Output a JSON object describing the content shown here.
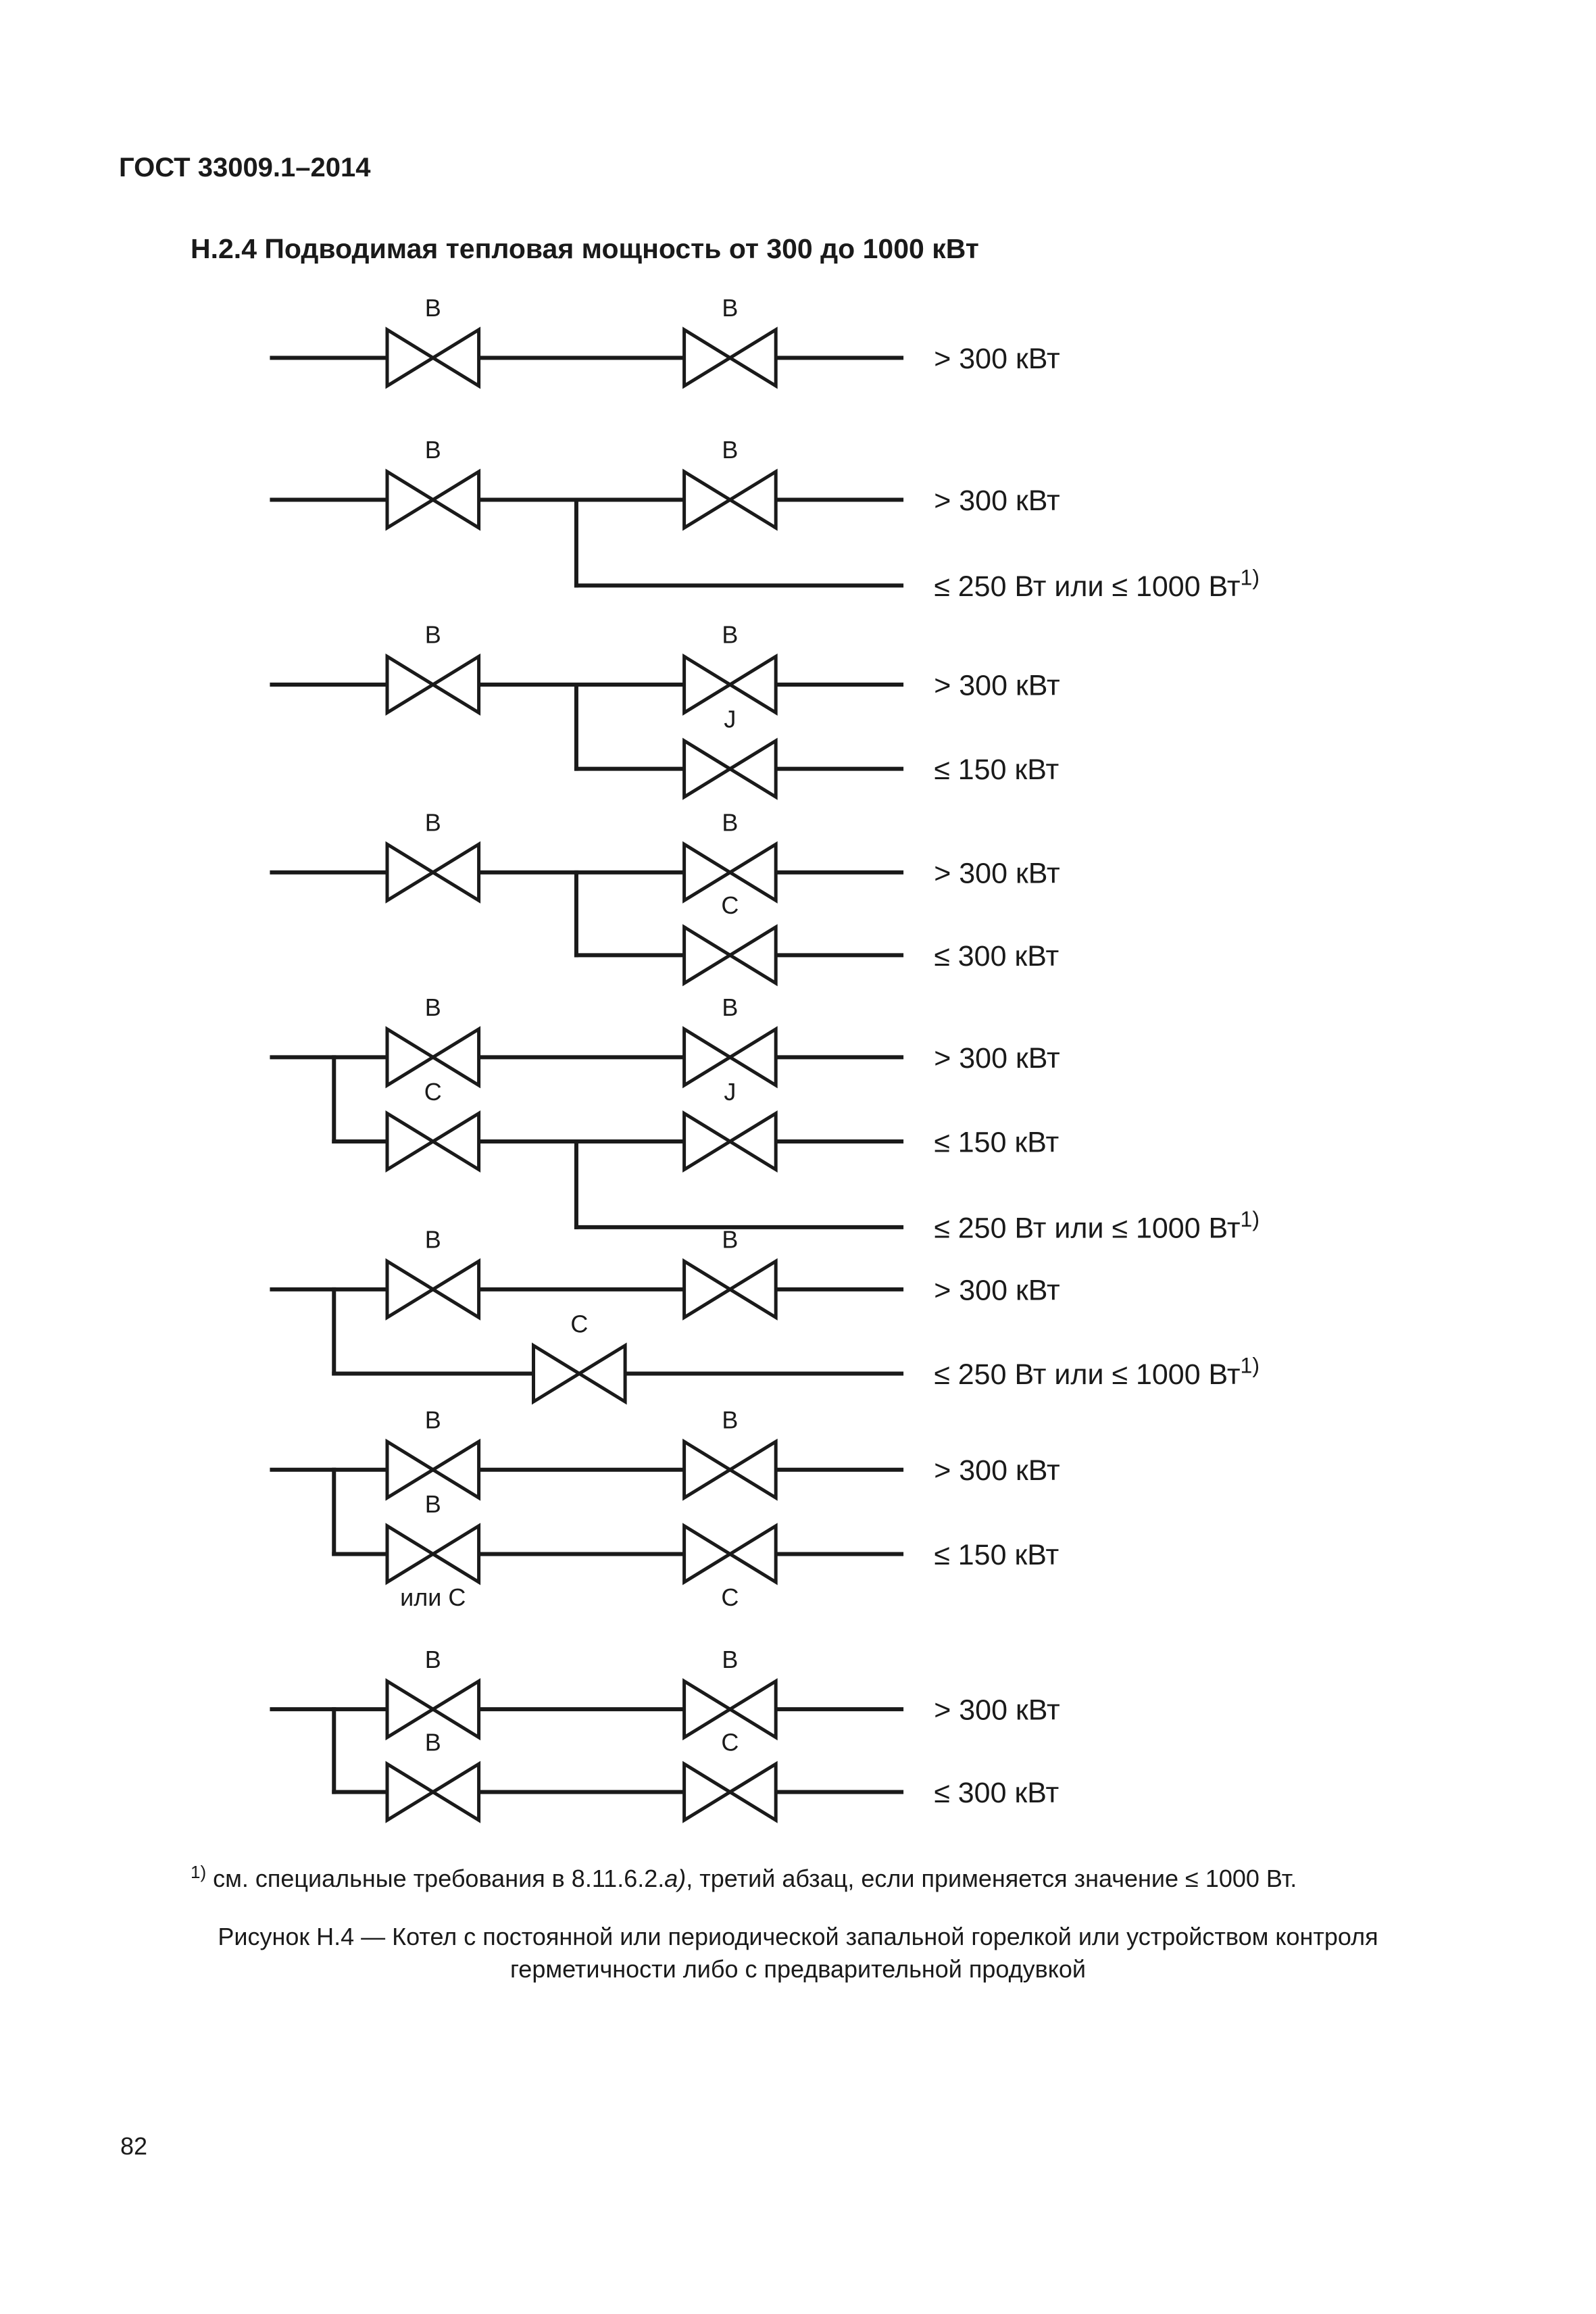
{
  "document": {
    "standard_id": "ГОСТ 33009.1–2014",
    "section_title": "Н.2.4 Подводимая тепловая мощность от 300 до 1000 кВт",
    "footnote_mark": "1)",
    "footnote_text_a": " см. специальные требования в 8.11.6.2.",
    "footnote_text_b": "а)",
    "footnote_text_c": ", третий абзац, если применяется значение ≤ 1000 Вт.",
    "caption_line1": "Рисунок Н.4 — Котел с постоянной или периодической запальной горелкой или устройством контроля",
    "caption_line2": "герметичности либо с предварительной продувкой",
    "page_number": "82"
  },
  "diagram": {
    "groups": [
      {
        "lines": [
          {
            "valves": [
              {
                "label": "В"
              },
              {
                "label": "В"
              }
            ],
            "output": "> 300 кВт"
          }
        ]
      },
      {
        "lines": [
          {
            "valves": [
              {
                "label": "В"
              },
              {
                "label": "В"
              }
            ],
            "output": "> 300 кВт"
          },
          {
            "valves": [],
            "output": "≤ 250 Вт или ≤ 1000 Вт",
            "sup": "1)"
          }
        ]
      },
      {
        "lines": [
          {
            "valves": [
              {
                "label": "В"
              },
              {
                "label": "В"
              }
            ],
            "output": "> 300 кВт"
          },
          {
            "valves": [
              {
                "label": "J"
              }
            ],
            "output": "≤ 150 кВт"
          }
        ]
      },
      {
        "lines": [
          {
            "valves": [
              {
                "label": "В"
              },
              {
                "label": "В"
              }
            ],
            "output": "> 300 кВт"
          },
          {
            "valves": [
              {
                "label": "С"
              }
            ],
            "output": "≤ 300 кВт"
          }
        ]
      },
      {
        "lines": [
          {
            "valves": [
              {
                "label": "В"
              },
              {
                "label": "В"
              }
            ],
            "output": "> 300 кВт"
          },
          {
            "valves": [
              {
                "label": "С"
              },
              {
                "label": "J"
              }
            ],
            "output": "≤ 150 кВт"
          },
          {
            "valves": [],
            "output": "≤ 250 Вт или ≤ 1000 Вт",
            "sup": "1)"
          }
        ]
      },
      {
        "lines": [
          {
            "valves": [
              {
                "label": "В"
              },
              {
                "label": "В"
              }
            ],
            "output": "> 300 кВт"
          },
          {
            "valves": [
              {
                "label": "С"
              }
            ],
            "output": "≤ 250 Вт или ≤ 1000 Вт",
            "sup": "1)"
          }
        ]
      },
      {
        "lines": [
          {
            "valves": [
              {
                "label": "В"
              },
              {
                "label": "В"
              }
            ],
            "output": "> 300 кВт"
          },
          {
            "valves": [
              {
                "label": "В",
                "alt_label": "или С"
              },
              {
                "label": "С",
                "label_below": true
              }
            ],
            "output": "≤ 150 кВт"
          }
        ]
      },
      {
        "lines": [
          {
            "valves": [
              {
                "label": "В"
              },
              {
                "label": "В"
              }
            ],
            "output": "> 300 кВт"
          },
          {
            "valves": [
              {
                "label": "В"
              },
              {
                "label": "С"
              }
            ],
            "output": "≤ 300 кВт"
          }
        ]
      }
    ]
  }
}
